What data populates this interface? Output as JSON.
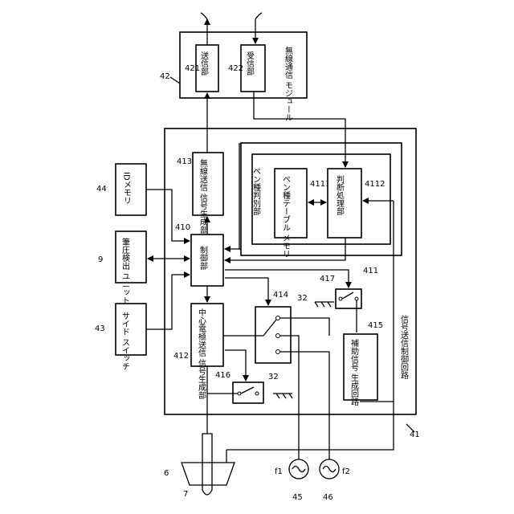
{
  "blocks": {
    "wireless_module": "無線通信 モジュール",
    "transmitter": "送信部",
    "receiver": "受信部",
    "signal_control": "信号送信制御回路",
    "wireless_signal_gen": "無線送信 信号生成部",
    "pen_type": "ペン種判別部",
    "pen_table": "ペン種テーブル メモリ",
    "judge": "判断処理部",
    "control": "制御部",
    "center_signal_gen": "中心電極送信 信号生成部",
    "spare_signal_gen": "補助信号 生成回路",
    "id_memory": "IDメモリ",
    "pressure_unit": "筆圧検出 ユニット",
    "side_switch": "サイド スイッチ"
  },
  "numbers": {
    "n42": "42",
    "n421": "421",
    "n422": "422",
    "n41": "41",
    "n413": "413",
    "n4111": "4111",
    "n4112": "4112",
    "n410": "410",
    "n411": "411",
    "n412": "412",
    "n414": "414",
    "n415": "415",
    "n416": "416",
    "n417": "417",
    "n32a": "32",
    "n32b": "32",
    "n44": "44",
    "n9": "9",
    "n43": "43",
    "n6": "6",
    "n7": "7",
    "f1": "f1",
    "f2": "f2",
    "n45": "45",
    "n46": "46"
  }
}
